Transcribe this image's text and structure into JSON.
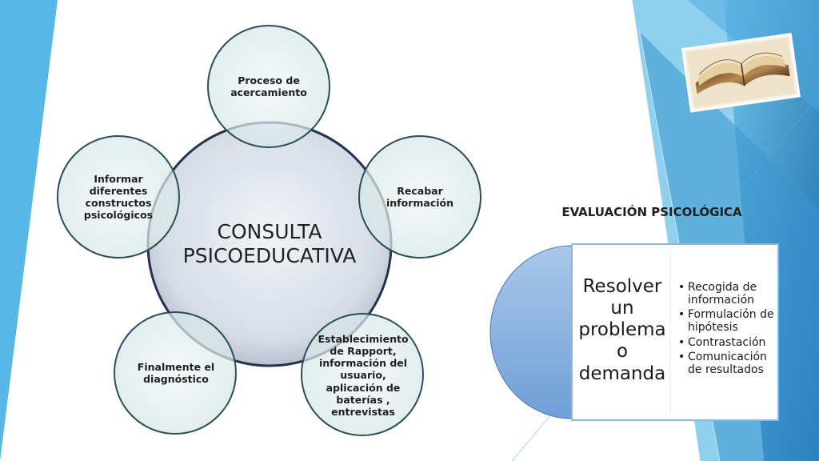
{
  "diagram": {
    "center": "CONSULTA PSICOEDUCATIVA",
    "satellites": [
      {
        "id": "top",
        "label": "Proceso de acercamiento"
      },
      {
        "id": "right",
        "label": "Recabar información"
      },
      {
        "id": "bottom-right",
        "label": "Establecimiento de Rapport, información del usuario, aplicación de baterías , entrevistas"
      },
      {
        "id": "bottom-left",
        "label": "Finalmente el diagnóstico"
      },
      {
        "id": "left",
        "label": "Informar diferentes constructos psicológicos"
      }
    ]
  },
  "evaluation": {
    "title": "EVALUACIÓN PSICOLÓGICA",
    "main": "Resolver un problema o demanda",
    "bullets": [
      "Recogida de información",
      "Formulación de hipótesis",
      "Contrastación",
      " Comunicación de resultados"
    ]
  },
  "colors": {
    "accent_blue": "#2e86c8",
    "light_blue": "#5ab8e6",
    "circle_fill": "#dde9ea",
    "circle_stroke": "#2a4f58",
    "center_fill": "#d8dee8"
  },
  "image": {
    "name": "open-book-image"
  }
}
